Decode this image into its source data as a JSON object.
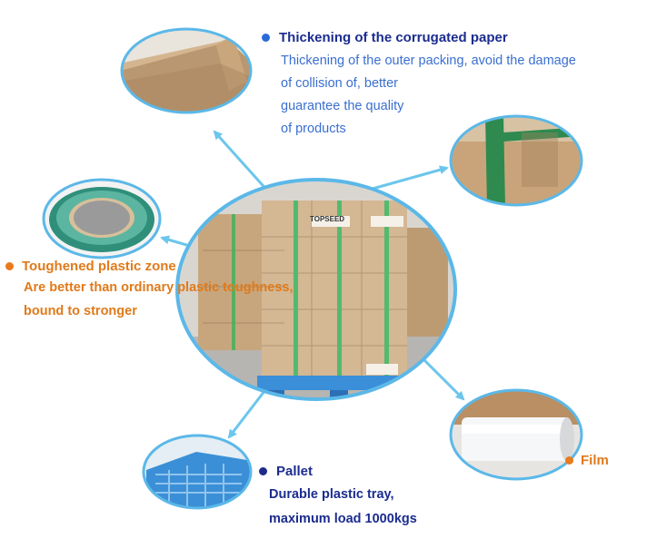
{
  "colors": {
    "blue_text": "#3a6fd0",
    "blue_dot": "#2a6bd9",
    "navy_text": "#1b2c8f",
    "navy_dot": "#1e2a8c",
    "orange_text": "#e07a1a",
    "orange_dot": "#ea7a1c",
    "circle_border": "#5bb8e8",
    "arrow": "#6cc6ec"
  },
  "corrugated": {
    "title": "Thickening of the corrugated paper",
    "lines": [
      "Thickening of the outer packing, avoid the damage",
      "of collision of, better",
      "guarantee the quality",
      "of products"
    ]
  },
  "plastic_zone": {
    "title": "Toughened plastic zone",
    "lines": [
      "Are better than ordinary plastic toughness,",
      "bound to stronger"
    ]
  },
  "pallet": {
    "title": "Pallet",
    "lines": [
      "Durable plastic tray,",
      "maximum load 1000kgs"
    ]
  },
  "film": {
    "title": "Film"
  },
  "box_brand": "TOPSEED"
}
